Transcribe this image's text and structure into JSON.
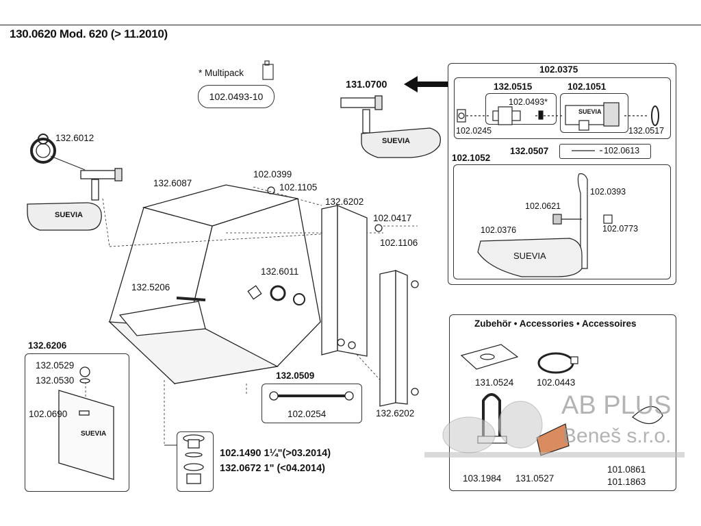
{
  "header": {
    "title": "130.0620 Mod. 620 (> 11.2010)"
  },
  "multipack": {
    "label": "* Multipack",
    "part": "102.0493-10"
  },
  "arrow_ref": "131.0700",
  "parts": {
    "p132_6012": "132.6012",
    "p132_6087": "132.6087",
    "p102_0399": "102.0399",
    "p102_1105": "102.1105",
    "p132_6202a": "132.6202",
    "p102_0417": "102.0417",
    "p102_1106": "102.1106",
    "p132_6011": "132.6011",
    "p132_5206": "132.5206",
    "p132_6202b": "132.6202",
    "p132_0509": "132.0509",
    "p102_0254": "102.0254",
    "p132_6206": "132.6206",
    "p132_0529": "132.0529",
    "p132_0530": "132.0530",
    "p102_0690": "102.0690",
    "p102_1490": "102.1490 1¼\"(>03.2014)",
    "p132_0672": "132.0672 1\" (<04.2014)"
  },
  "valve_panel": {
    "title": "102.0375",
    "p132_0515": "132.0515",
    "p102_1051": "102.1051",
    "p102_0493": "102.0493*",
    "p102_0245": "102.0245",
    "p132_0517": "132.0517",
    "p132_0507": "132.0507",
    "p102_0613": "102.0613",
    "p102_1052": "102.1052",
    "p102_0393": "102.0393",
    "p102_0621": "102.0621",
    "p102_0773": "102.0773",
    "p102_0376": "102.0376",
    "float_brand": "SUEVIA"
  },
  "accessories": {
    "title": "Zubehör • Accessories • Accessoires",
    "p131_0524": "131.0524",
    "p102_0443": "102.0443",
    "p103_1984": "103.1984",
    "p131_0527": "131.0527",
    "p101_0861": "101.0861",
    "p101_1863": "101.1863"
  },
  "brand": "SUEVIA",
  "watermark": {
    "line1": "AB PLUS",
    "line2": "Beneš s.r.o."
  }
}
